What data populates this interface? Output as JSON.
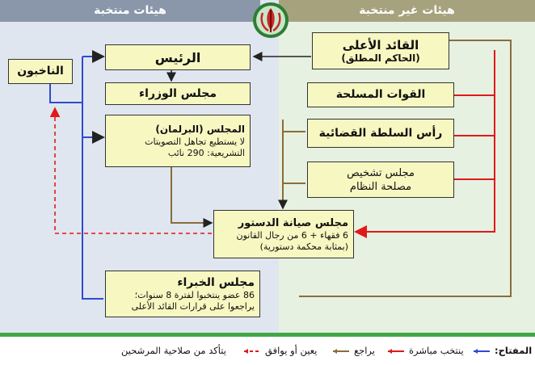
{
  "headers": {
    "elected": "هيئات منتخبة",
    "unelected": "هيئات غير منتخبة"
  },
  "boxes": {
    "voters": "الناخبون",
    "president": "الرئيس",
    "cabinet": "مجلس الوزراء",
    "parliament": {
      "title": "المجلس  (البرلمان)",
      "line1": "لا يستطيع تجاهل التصويتات",
      "line2": "التشريعية: 290 نائب"
    },
    "guardian": {
      "title": "مجلس صيانة الدستور",
      "line1": "6 فقهاء + 6 من رجال القانون",
      "line2": "(بمثابة محكمة دستورية)"
    },
    "experts": {
      "title": "مجلس الخبراء",
      "line1": "86 عضو ينتخبوا لفترة 8 سنوات؛",
      "line2": "يراجعوا على قرارات القائد  الأعلى"
    },
    "leader": {
      "title": "القائد الأعلى",
      "sub": "(الحاكم المطلق)"
    },
    "armed_forces": "القوات المسلحة",
    "judiciary": "رأس السلطة القضائية",
    "expediency": {
      "line1": "مجلس تشخيص",
      "line2": "مصلحة النظام"
    }
  },
  "legend": {
    "key": "المفتاح:",
    "elect": "ينتخب مباشرة",
    "review": "يراجع",
    "appoint": "يعين أو يوافق",
    "vet": "يتأكد من صلاحية المرشحين"
  },
  "colors": {
    "elect": "#2e4bd1",
    "review": "#e01919",
    "appoint": "#8a6d3b",
    "vet": "#e01919",
    "box_fill": "#f7f7c1",
    "panel_elected": "#dfe6ef",
    "panel_unelected": "#e6f1e1",
    "divider": "#3fa845"
  }
}
